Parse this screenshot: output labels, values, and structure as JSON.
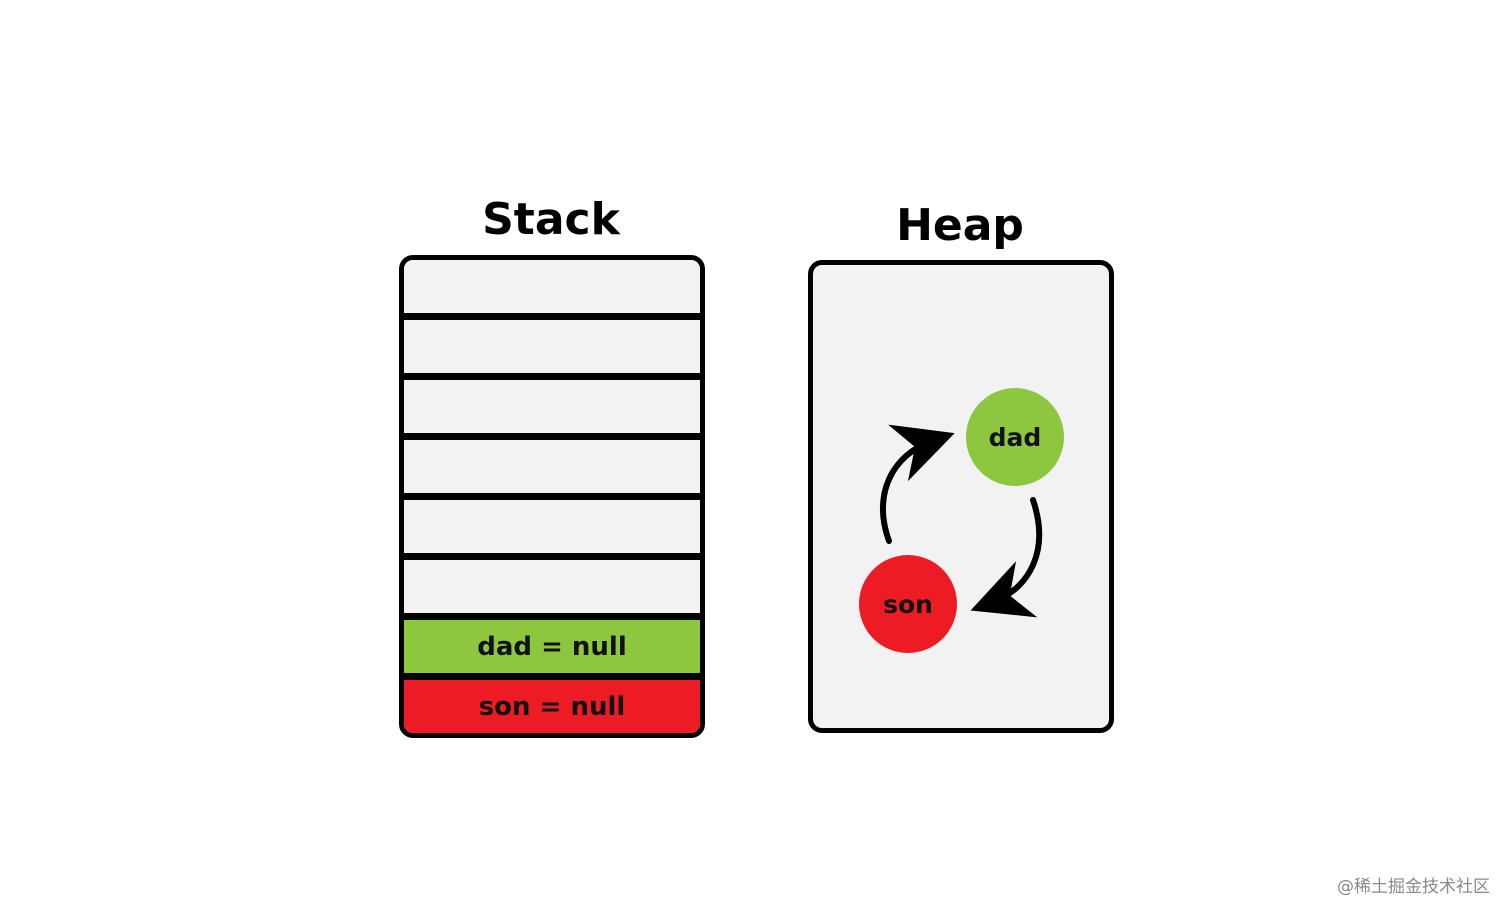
{
  "stack": {
    "title": "Stack",
    "slots": [
      "",
      "",
      "",
      "",
      "",
      "",
      "dad = null",
      "son = null"
    ]
  },
  "heap": {
    "title": "Heap",
    "nodes": {
      "dad": "dad",
      "son": "son"
    }
  },
  "colors": {
    "green": "#8dc63f",
    "red": "#ed1c24",
    "panel": "#f2f2f2",
    "border": "#000000"
  },
  "watermark": "@稀土掘金技术社区"
}
